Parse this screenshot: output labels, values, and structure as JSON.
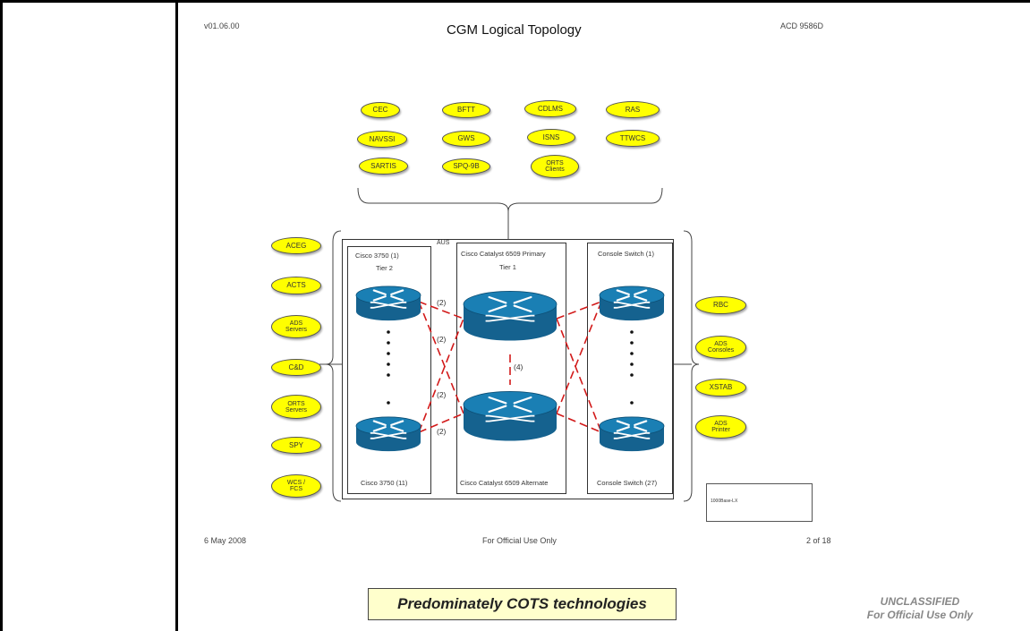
{
  "header": {
    "version": "v01.06.00",
    "title": "CGM Logical Topology",
    "doc_id": "ACD 9586D"
  },
  "top_systems": [
    "CEC",
    "BFTT",
    "CDLMS",
    "RAS",
    "NAVSSI",
    "GWS",
    "ISNS",
    "TTWCS",
    "SARTIS",
    "SPQ-9B",
    "ORTS Clients"
  ],
  "left_systems": [
    "ACEG",
    "ACTS",
    "ADS Servers",
    "C&D",
    "ORTS Servers",
    "SPY",
    "WCS / FCS"
  ],
  "right_systems": [
    "RBC",
    "ADS Consoles",
    "XSTAB",
    "ADS Printer"
  ],
  "network": {
    "aus_label": "AUS",
    "tier2_box": {
      "top_label": "Cisco 3750 (1)",
      "tier": "Tier 2",
      "bottom_label": "Cisco 3750 (11)"
    },
    "tier1_box": {
      "top_label": "Cisco Catalyst 6509 Primary",
      "tier": "Tier 1",
      "bottom_label": "Cisco Catalyst 6509 Alternate"
    },
    "console_box": {
      "top_label": "Console Switch (1)",
      "bottom_label": "Console Switch (27)"
    },
    "link_labels": [
      "(2)",
      "(2)",
      "(2)",
      "(2)",
      "(4)"
    ]
  },
  "legend": {
    "label": "1000Base-LX"
  },
  "footer": {
    "date": "6 May 2008",
    "center": "For Official Use Only",
    "page": "2 of 18"
  },
  "banner": "Predominately COTS technologies",
  "classification": {
    "line1": "UNCLASSIFIED",
    "line2": "For Official Use Only"
  },
  "colors": {
    "oval_fill": "#ffff00",
    "router": "#1a7fb4",
    "link": "#d21a1a"
  }
}
